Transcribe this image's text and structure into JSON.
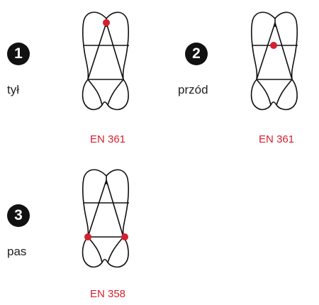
{
  "accent_color": "#d51f2e",
  "stroke_color": "#111111",
  "items": [
    {
      "number": "1",
      "label": "tył",
      "standard": "EN 361",
      "attachment": "back-dorsal"
    },
    {
      "number": "2",
      "label": "przód",
      "standard": "EN 361",
      "attachment": "front-sternal"
    },
    {
      "number": "3",
      "label": "pas",
      "standard": "EN 358",
      "attachment": "waist-side"
    }
  ]
}
